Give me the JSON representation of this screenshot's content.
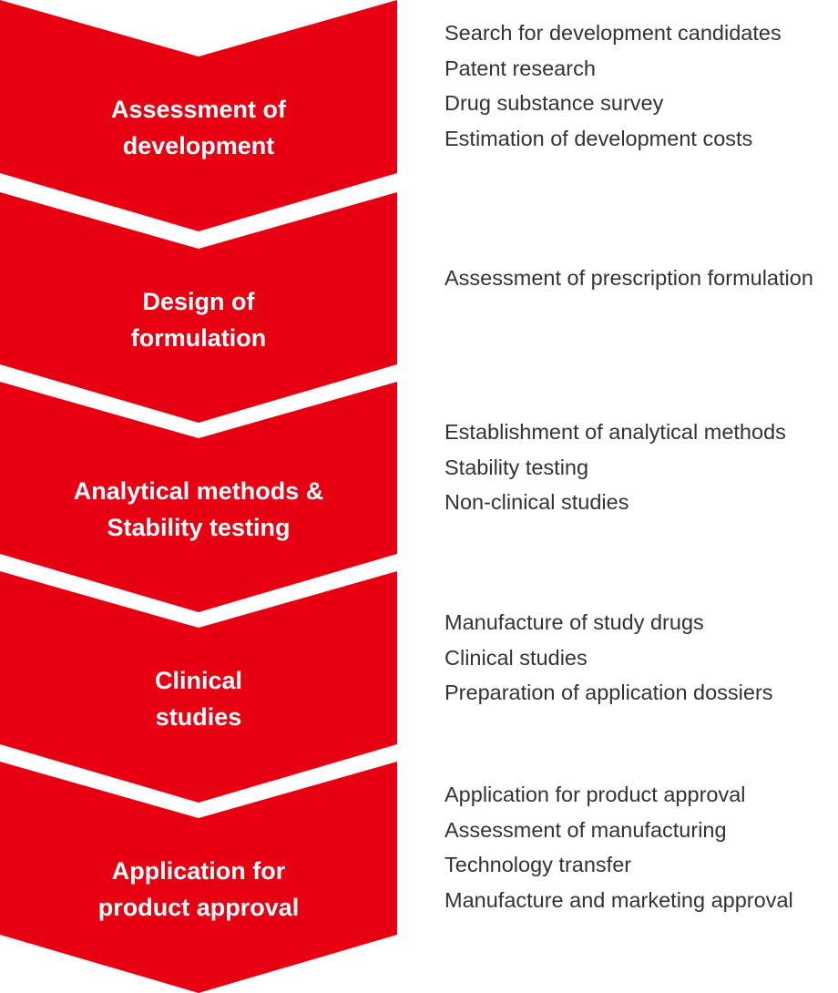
{
  "colors": {
    "chevron": "#e60012",
    "title_text": "#ffffff",
    "detail_text": "#333333"
  },
  "stages": [
    {
      "title_lines": [
        "Assessment of",
        "development"
      ],
      "details": [
        "Search for development candidates",
        "Patent research",
        "Drug substance survey",
        "Estimation of development costs"
      ]
    },
    {
      "title_lines": [
        "Design of",
        "formulation"
      ],
      "details": [
        "Assessment of prescription formulation"
      ]
    },
    {
      "title_lines": [
        "Analytical methods &",
        "Stability testing"
      ],
      "details": [
        "Establishment of analytical methods",
        "Stability testing",
        "Non-clinical studies"
      ]
    },
    {
      "title_lines": [
        "Clinical",
        "studies"
      ],
      "details": [
        "Manufacture of study drugs",
        "Clinical studies",
        "Preparation of application dossiers"
      ]
    },
    {
      "title_lines": [
        "Application for",
        "product approval"
      ],
      "details": [
        "Application for product approval",
        "Assessment of manufacturing",
        "Technology transfer",
        "Manufacture and marketing approval"
      ]
    }
  ]
}
